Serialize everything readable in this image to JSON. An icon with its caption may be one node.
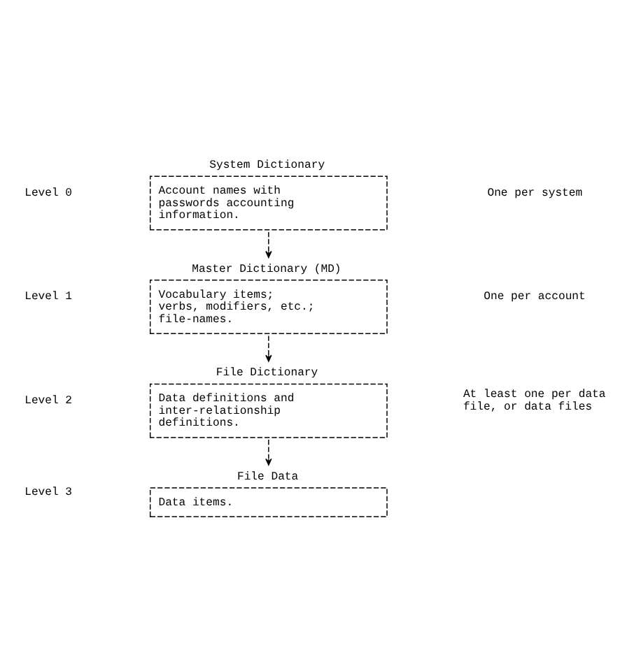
{
  "diagram": {
    "nodes": [
      {
        "text": [
          "System Dictionary",
          "Account names with passwords accounting information."
        ]
      },
      {
        "text": [
          "Master Dictionary (MD)",
          "Vocabulary items; verbs, modifiers, etc.; file-names."
        ]
      },
      {
        "text": [
          "File Dictionary",
          "Data definitions and inter-relationship definitions."
        ]
      },
      {
        "text": [
          "File Data",
          "Data items."
        ]
      }
    ],
    "edges": [
      {
        "from": 0,
        "to": 1,
        "arrow": "to",
        "style": "dashed"
      },
      {
        "from": 1,
        "to": 2,
        "arrow": "to",
        "style": "dashed"
      },
      {
        "from": 2,
        "to": 3,
        "arrow": "to",
        "style": "dashed"
      }
    ],
    "labels": [
      "Level 0",
      "One per system",
      "Level 1",
      "One per account",
      "Level 2",
      "At least one per data file, or data files",
      "Level 3"
    ]
  }
}
